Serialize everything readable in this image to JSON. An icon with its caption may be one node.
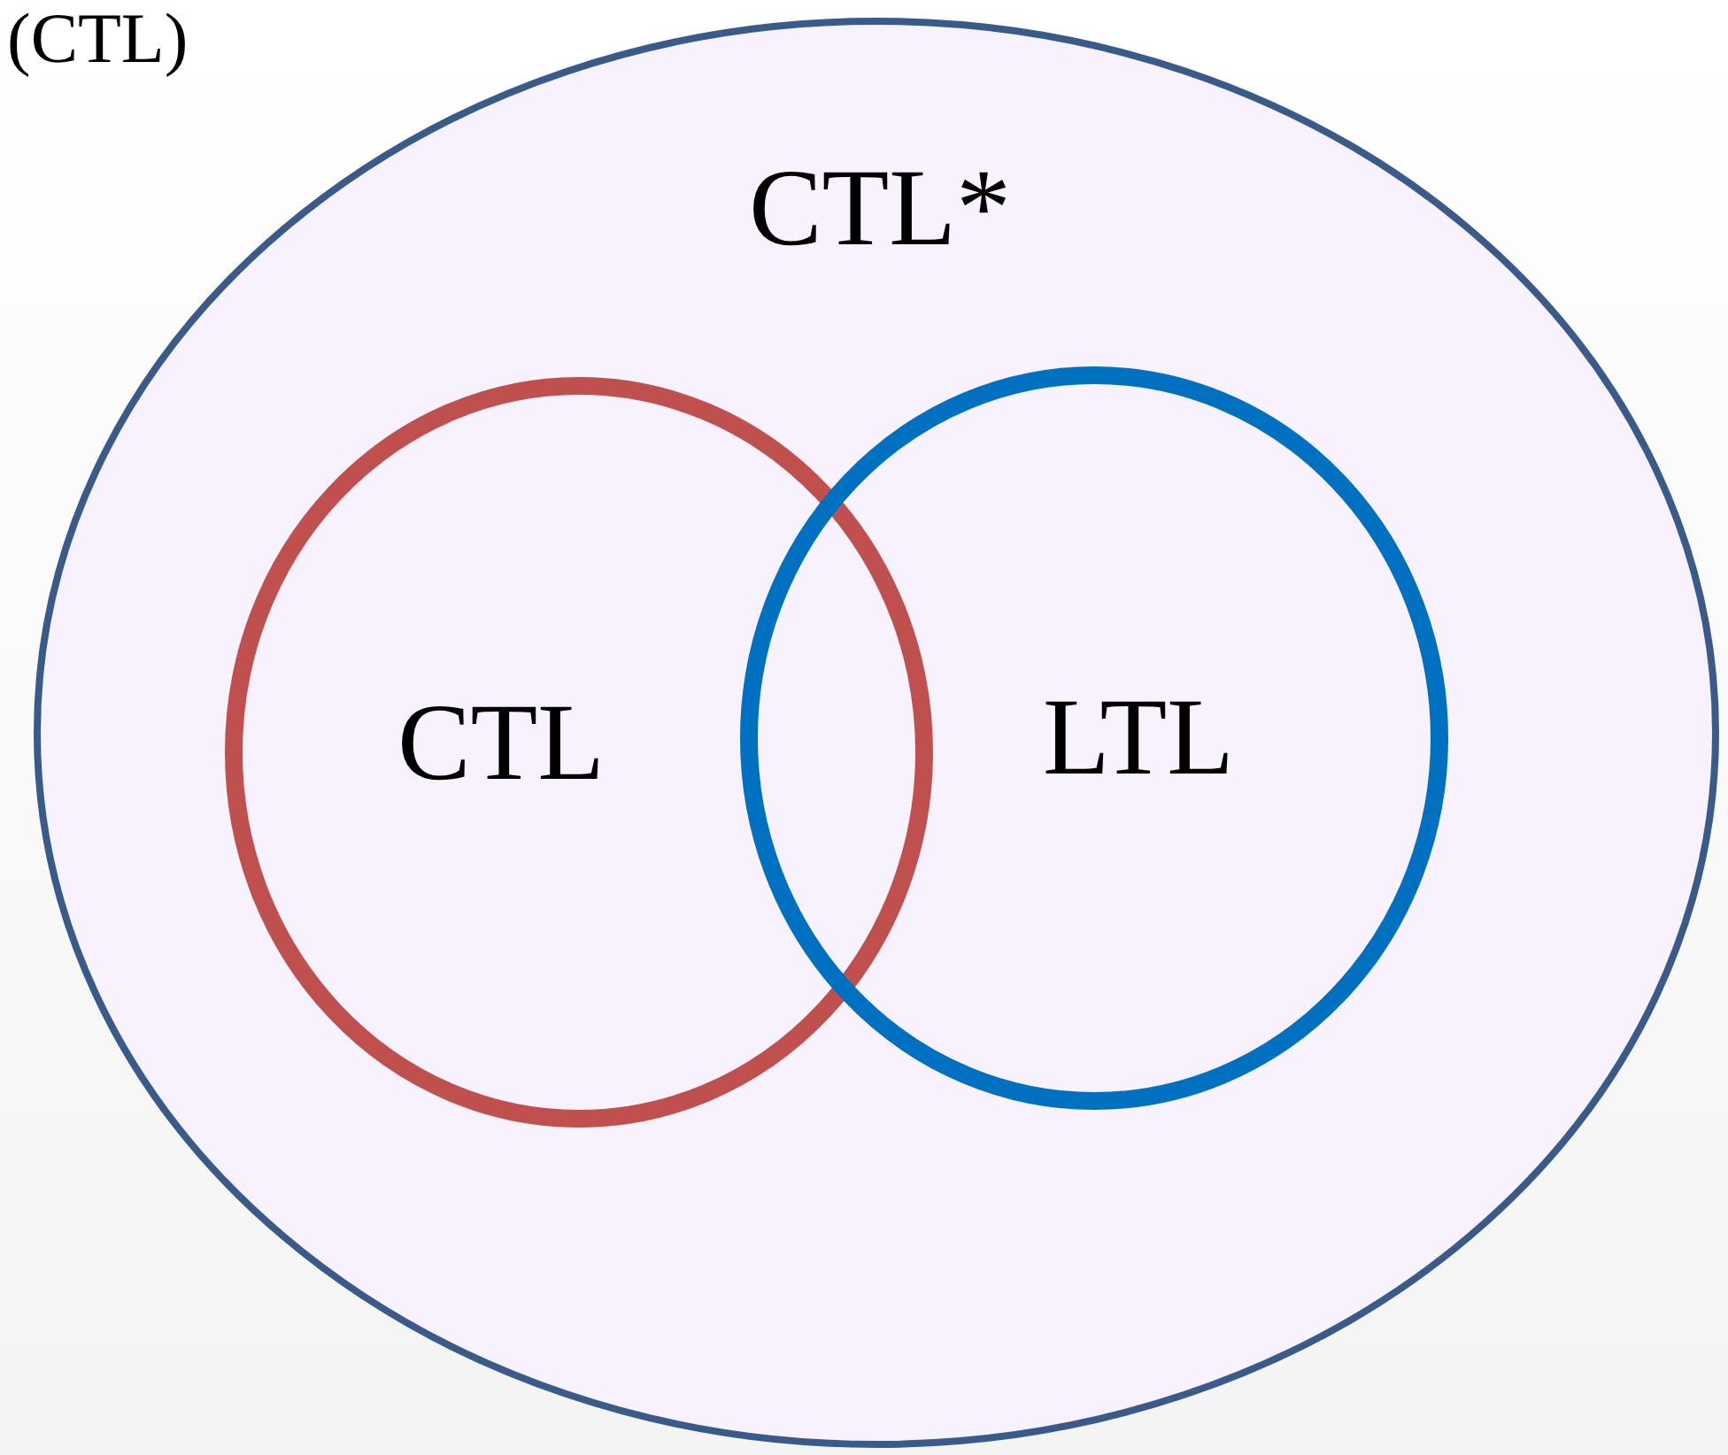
{
  "diagram": {
    "nodes": [
      {
        "text": [
          "CTL*"
        ]
      },
      {
        "text": [
          "CTL"
        ],
        "in": 0
      },
      {
        "text": [
          "LTL"
        ],
        "in": 0
      }
    ],
    "labels": [
      "(CTL)"
    ]
  }
}
